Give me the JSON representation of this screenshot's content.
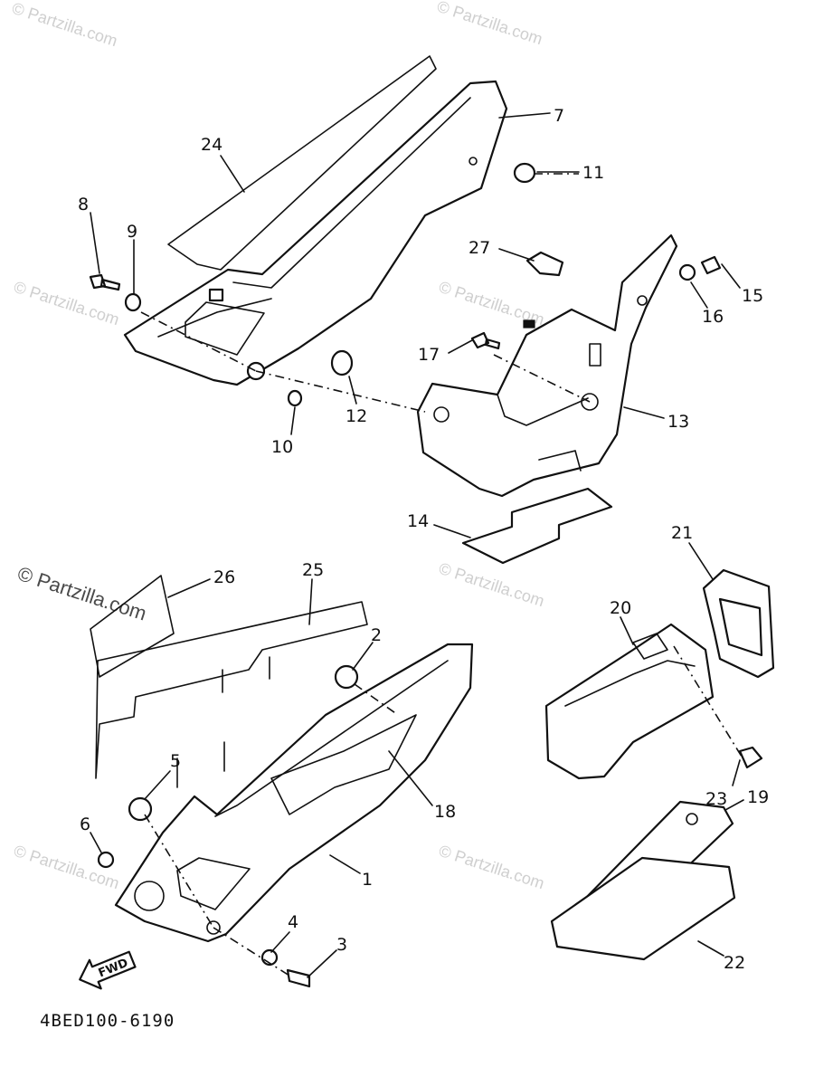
{
  "diagram": {
    "code": "4BED100-6190",
    "fwd_label": "FWD",
    "callouts": [
      "1",
      "2",
      "3",
      "4",
      "5",
      "6",
      "7",
      "8",
      "9",
      "10",
      "11",
      "12",
      "13",
      "14",
      "15",
      "16",
      "17",
      "18",
      "19",
      "20",
      "21",
      "22",
      "23",
      "24",
      "25",
      "26",
      "27"
    ]
  },
  "watermark": {
    "text": "© Partzilla.com",
    "strong_text": "© Partzilla.com"
  },
  "colors": {
    "line": "#111111",
    "background": "#ffffff",
    "watermark": "#cfcfcf"
  }
}
